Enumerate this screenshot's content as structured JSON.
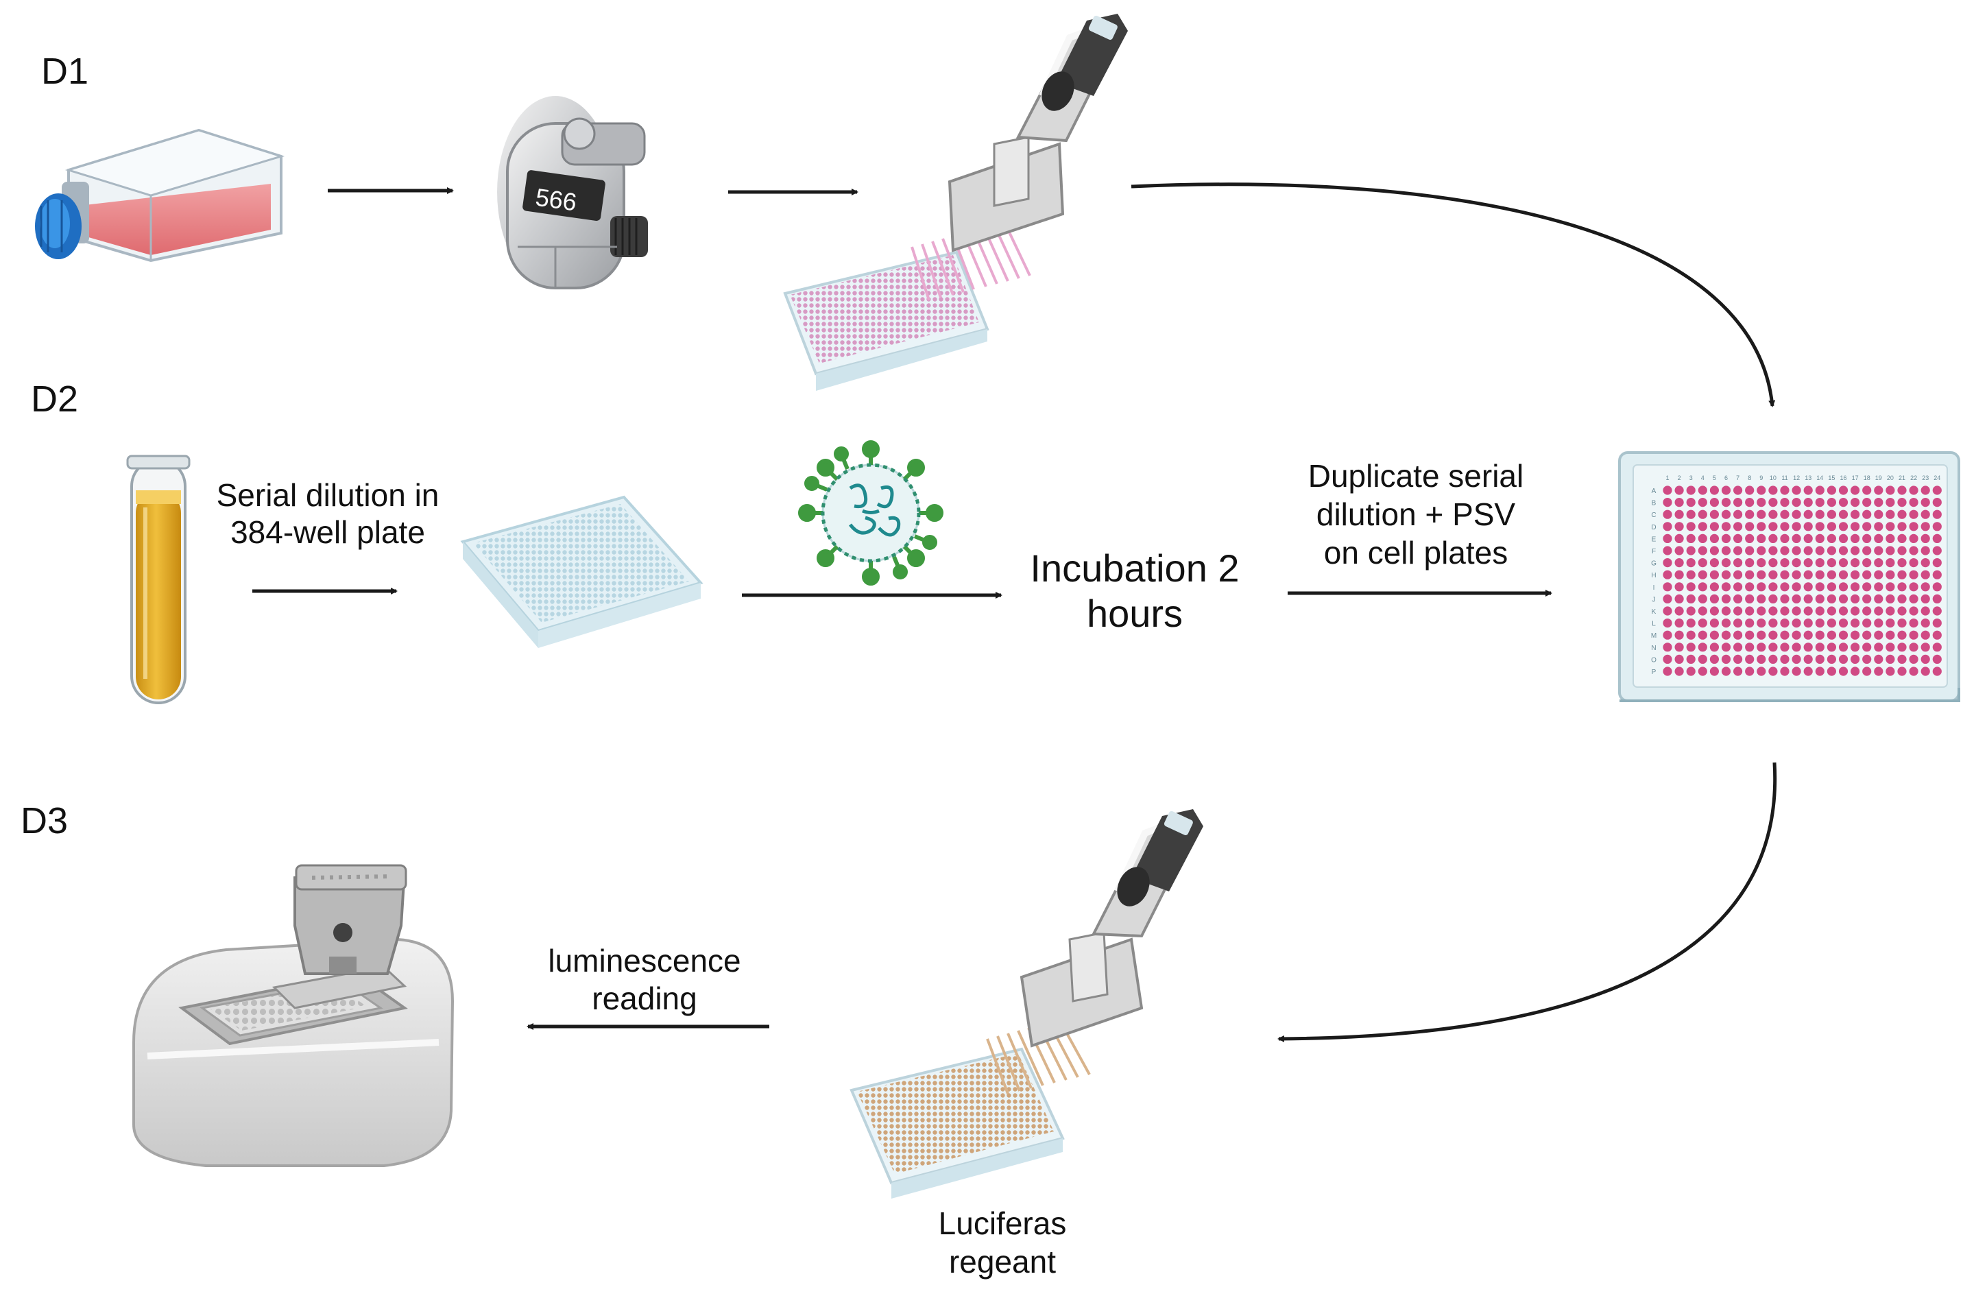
{
  "days": {
    "d1": "D1",
    "d2": "D2",
    "d3": "D3"
  },
  "counter": {
    "display": "566"
  },
  "labels": {
    "serial_dilution": [
      "Serial dilution in",
      "384-well plate"
    ],
    "incubation": [
      "Incubation 2",
      "hours"
    ],
    "duplicate_serial": [
      "Duplicate serial",
      "dilution + PSV",
      "on cell plates"
    ],
    "luminescence": [
      "luminescence",
      "reading"
    ],
    "luciferase": [
      "Luciferas",
      "regeant"
    ]
  },
  "plate": {
    "row_letters": [
      "A",
      "B",
      "C",
      "D",
      "E",
      "F",
      "G",
      "H",
      "I",
      "J",
      "K",
      "L",
      "M",
      "N",
      "O",
      "P"
    ],
    "column_numbers": [
      "1",
      "2",
      "3",
      "4",
      "5",
      "6",
      "7",
      "8",
      "9",
      "10",
      "11",
      "12",
      "13",
      "14",
      "15",
      "16",
      "17",
      "18",
      "19",
      "20",
      "21",
      "22",
      "23",
      "24"
    ]
  },
  "colors": {
    "arrow": "#1a1a1a",
    "flask_liquid": "#e8767a",
    "flask_cap": "#2a7fd0",
    "tube_liquid": "#e2a92a",
    "well_magenta": "#d04a84",
    "virus_green": "#3f9a3f",
    "virus_teal": "#1f8a8e",
    "reagent_tan": "#d9b48c",
    "plate_blue": "#dcedf2"
  },
  "icons": [
    "culture-flask-icon",
    "hand-counter-icon",
    "multichannel-pipette-icon",
    "test-tube-icon",
    "virus-icon",
    "luminometer-icon"
  ]
}
